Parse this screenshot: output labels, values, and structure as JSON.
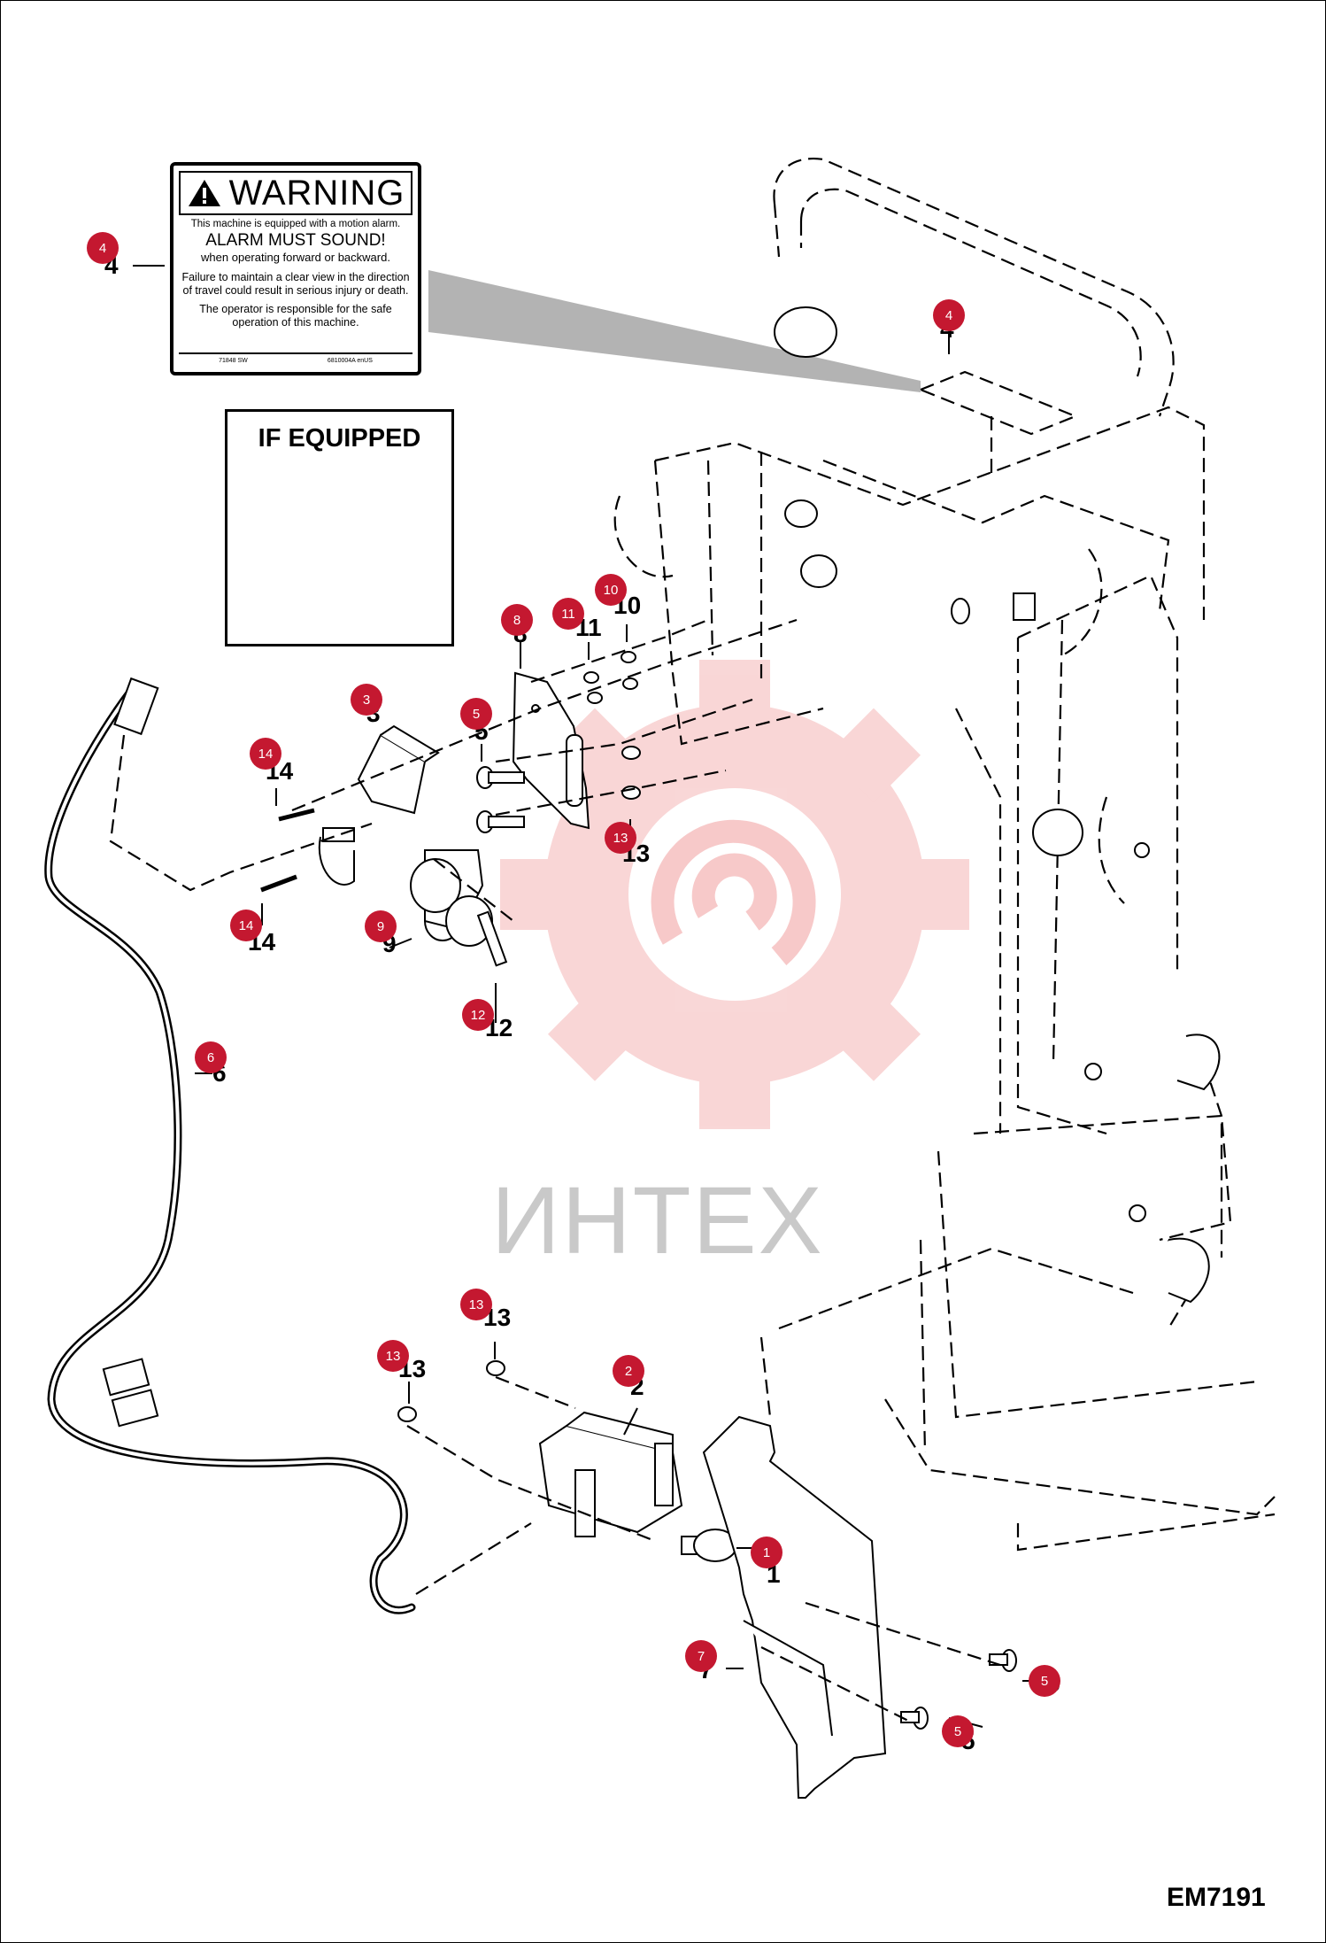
{
  "warning_label": {
    "title": "WARNING",
    "line1": "This machine is equipped with a motion alarm.",
    "line2": "ALARM MUST SOUND!",
    "line3": "when operating forward or backward.",
    "line4": "Failure to maintain a clear view in the direction of travel could result in serious injury or death.",
    "line5": "The operator is responsible for the safe operation of this machine.",
    "footer_left": "71848 SW",
    "footer_right": "6810004A enUS"
  },
  "inset": {
    "title": "IF EQUIPPED"
  },
  "callouts": [
    {
      "id": "c4a",
      "label": "4"
    },
    {
      "id": "c4b",
      "label": "4"
    },
    {
      "id": "c8",
      "label": "8"
    },
    {
      "id": "c11",
      "label": "11"
    },
    {
      "id": "c10",
      "label": "10"
    },
    {
      "id": "c3",
      "label": "3"
    },
    {
      "id": "c5a",
      "label": "5"
    },
    {
      "id": "c14a",
      "label": "14"
    },
    {
      "id": "c13a",
      "label": "13"
    },
    {
      "id": "c14b",
      "label": "14"
    },
    {
      "id": "c9",
      "label": "9"
    },
    {
      "id": "c12",
      "label": "12"
    },
    {
      "id": "c6",
      "label": "6"
    },
    {
      "id": "c13b",
      "label": "13"
    },
    {
      "id": "c13c",
      "label": "13"
    },
    {
      "id": "c2",
      "label": "2"
    },
    {
      "id": "c1",
      "label": "1"
    },
    {
      "id": "c5b",
      "label": "5"
    },
    {
      "id": "c7",
      "label": "7"
    },
    {
      "id": "c5c",
      "label": "5"
    }
  ],
  "part_numbers": [
    {
      "id": "n4a",
      "label": "4"
    },
    {
      "id": "n4b",
      "label": "4"
    },
    {
      "id": "n8",
      "label": "8"
    },
    {
      "id": "n11",
      "label": "11"
    },
    {
      "id": "n10",
      "label": "10"
    },
    {
      "id": "n3",
      "label": "3"
    },
    {
      "id": "n5a",
      "label": "5"
    },
    {
      "id": "n14a",
      "label": "14"
    },
    {
      "id": "n13a",
      "label": "13"
    },
    {
      "id": "n14b",
      "label": "14"
    },
    {
      "id": "n9",
      "label": "9"
    },
    {
      "id": "n12",
      "label": "12"
    },
    {
      "id": "n6",
      "label": "6"
    },
    {
      "id": "n13b",
      "label": "13"
    },
    {
      "id": "n13c",
      "label": "13"
    },
    {
      "id": "n2",
      "label": "2"
    },
    {
      "id": "n1",
      "label": "1"
    },
    {
      "id": "n5b",
      "label": "5"
    },
    {
      "id": "n7",
      "label": "7"
    },
    {
      "id": "n5c",
      "label": "5"
    }
  ],
  "watermark": "ИНТЕХ",
  "drawing_id": "EM7191",
  "colors": {
    "callout": "#c41830",
    "watermark_gear": "#f7c9c9",
    "line": "#000000"
  }
}
